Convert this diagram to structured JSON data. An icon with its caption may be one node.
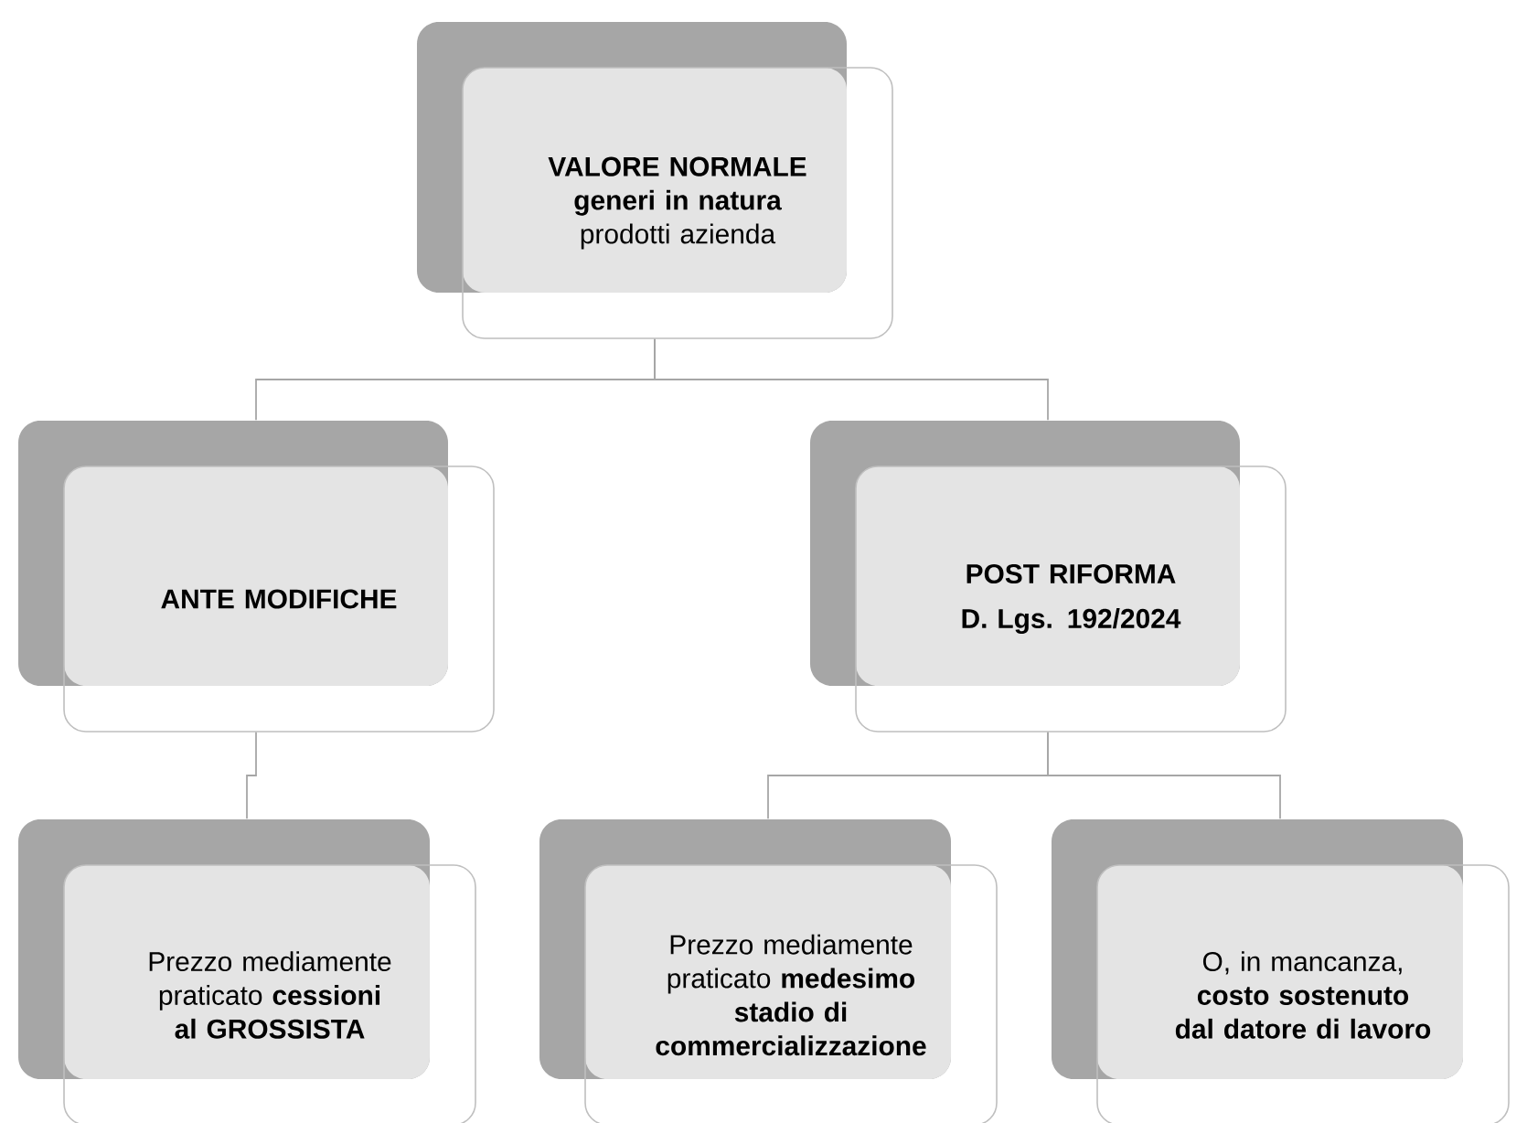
{
  "diagram": {
    "nodes": [
      {
        "text": [
          "**VALORE NORMALE generi in natura** prodotti azienda"
        ]
      },
      {
        "text": [
          "ANTE MODIFICHE"
        ]
      },
      {
        "text": [
          "POST RIFORMA",
          "D. Lgs. 192/2024"
        ]
      },
      {
        "text": [
          "Prezzo mediamente praticato **cessioni al GROSSISTA**"
        ]
      },
      {
        "text": [
          "Prezzo mediamente praticato **medesimo stadio di commercializzazione**"
        ]
      },
      {
        "text": [
          "O, in mancanza, **costo sostenuto dal datore di lavoro**"
        ]
      }
    ],
    "edges": [
      {
        "from": 0,
        "to": 1,
        "arrow": "none"
      },
      {
        "from": 0,
        "to": 2,
        "arrow": "none"
      },
      {
        "from": 1,
        "to": 3,
        "arrow": "none"
      },
      {
        "from": 2,
        "to": 4,
        "arrow": "none"
      },
      {
        "from": 2,
        "to": 5,
        "arrow": "none"
      }
    ]
  }
}
